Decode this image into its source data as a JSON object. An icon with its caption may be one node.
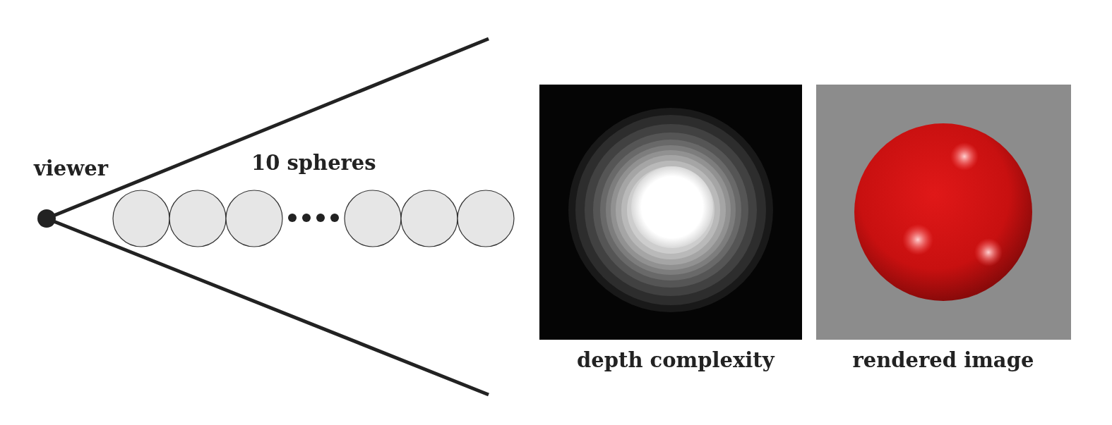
{
  "diagram": {
    "labels": [
      "viewer",
      "10 spheres",
      "depth complexity",
      "rendered image"
    ]
  }
}
